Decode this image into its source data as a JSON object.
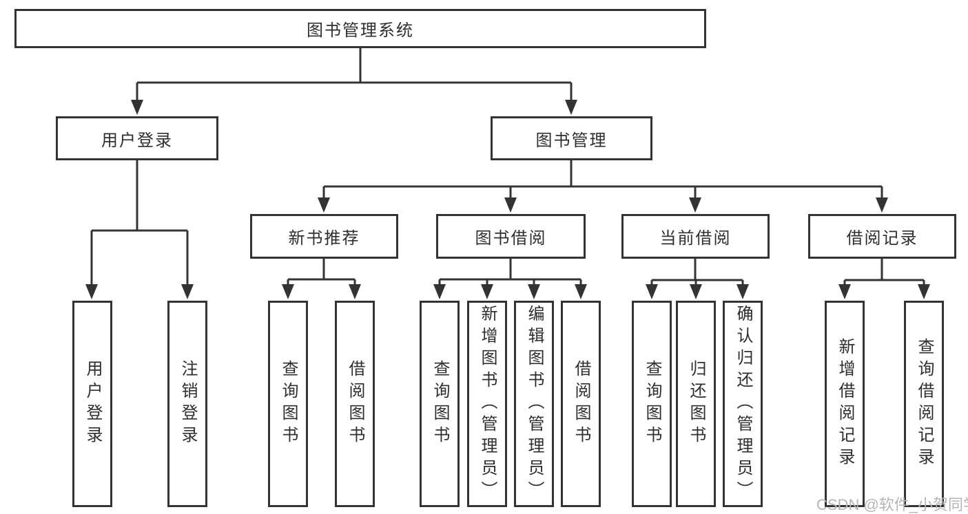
{
  "diagram": {
    "root": {
      "label": "图书管理系统"
    },
    "level2": [
      {
        "label": "用户登录"
      },
      {
        "label": "图书管理"
      }
    ],
    "level3": [
      {
        "label": "新书推荐"
      },
      {
        "label": "图书借阅"
      },
      {
        "label": "当前借阅"
      },
      {
        "label": "借阅记录"
      }
    ],
    "leaves": [
      {
        "label": "用户登录"
      },
      {
        "label": "注销登录"
      },
      {
        "label": "查询图书"
      },
      {
        "label": "借阅图书"
      },
      {
        "label": "查询图书"
      },
      {
        "label": "新增图书（管理员）"
      },
      {
        "label": "编辑图书（管理员）"
      },
      {
        "label": "借阅图书"
      },
      {
        "label": "查询图书"
      },
      {
        "label": "归还图书"
      },
      {
        "label": "确认归还（管理员）"
      },
      {
        "label": "新增借阅记录"
      },
      {
        "label": "查询借阅记录"
      }
    ],
    "colors": {
      "line": "#333333",
      "text": "#2e2e2e",
      "background": "#ffffff"
    }
  },
  "watermark": {
    "text": "CSDN @软件_小贺同学",
    "color": "#b5b5b5"
  }
}
